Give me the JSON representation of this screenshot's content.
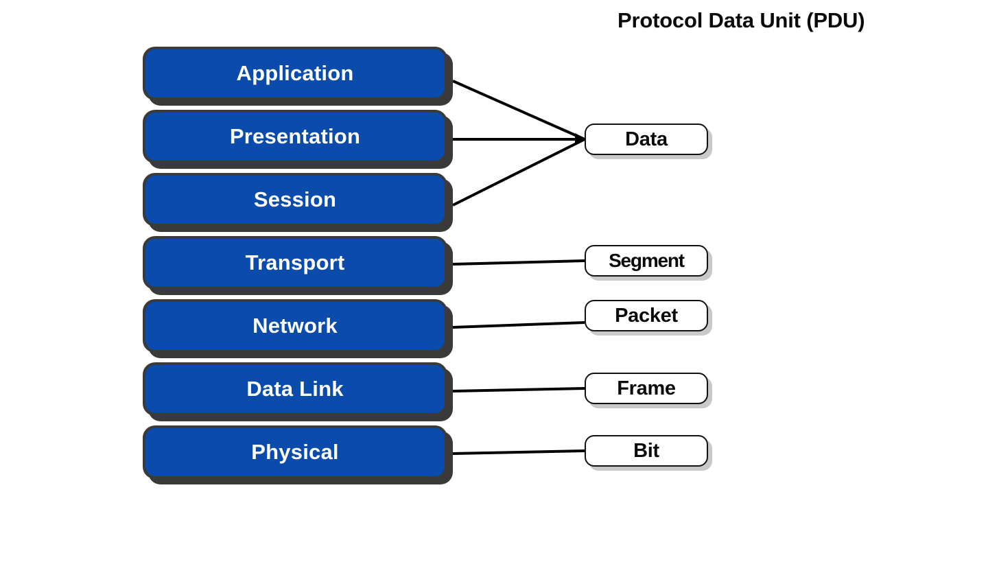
{
  "diagram": {
    "title": "Protocol Data Unit (PDU)",
    "colors": {
      "layer_fill": "#0a4bac",
      "layer_border": "#3a3a38",
      "layer_shadow": "#3a3a38",
      "layer_text": "#ffffff",
      "pdu_fill": "#ffffff",
      "pdu_border": "#111111",
      "pdu_shadow": "#c9c9c9",
      "pdu_text": "#0a0a0a",
      "connector": "#000000",
      "background": "#ffffff"
    },
    "layers": [
      {
        "name": "Application",
        "pdu": "Data"
      },
      {
        "name": "Presentation",
        "pdu": "Data"
      },
      {
        "name": "Session",
        "pdu": "Data"
      },
      {
        "name": "Transport",
        "pdu": "Segment"
      },
      {
        "name": "Network",
        "pdu": "Packet"
      },
      {
        "name": "Data Link",
        "pdu": "Frame"
      },
      {
        "name": "Physical",
        "pdu": "Bit"
      }
    ],
    "pdu_boxes": [
      {
        "label": "Data",
        "connects_from": [
          "Application",
          "Presentation",
          "Session"
        ]
      },
      {
        "label": "Segment",
        "connects_from": [
          "Transport"
        ]
      },
      {
        "label": "Packet",
        "connects_from": [
          "Network"
        ]
      },
      {
        "label": "Frame",
        "connects_from": [
          "Data Link"
        ]
      },
      {
        "label": "Bit",
        "connects_from": [
          "Physical"
        ]
      }
    ]
  }
}
